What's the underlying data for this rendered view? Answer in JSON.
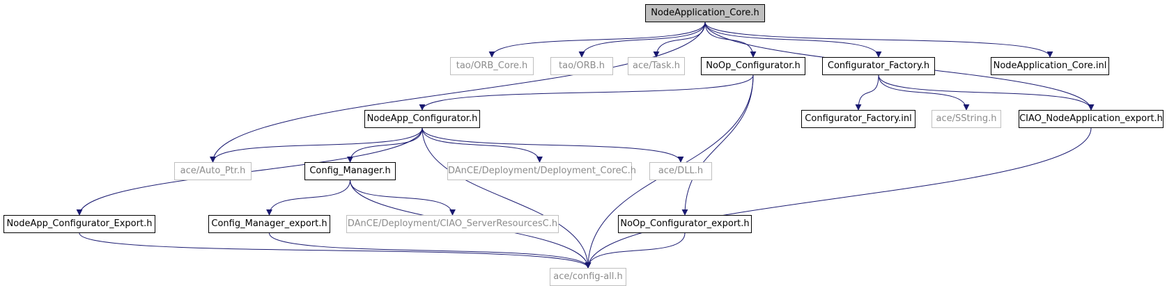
{
  "diagram": {
    "edge_color": "#191970",
    "nodes": {
      "root": {
        "label": "NodeApplication_Core.h",
        "style": "root"
      },
      "orb_core": {
        "label": "tao/ORB_Core.h",
        "style": "external"
      },
      "orb": {
        "label": "tao/ORB.h",
        "style": "external"
      },
      "task": {
        "label": "ace/Task.h",
        "style": "external"
      },
      "noop_cfg": {
        "label": "NoOp_Configurator.h",
        "style": "internal"
      },
      "cfg_factory": {
        "label": "Configurator_Factory.h",
        "style": "internal"
      },
      "core_inl": {
        "label": "NodeApplication_Core.inl",
        "style": "internal"
      },
      "nodeapp_cfg": {
        "label": "NodeApp_Configurator.h",
        "style": "internal"
      },
      "cfg_factory_inl": {
        "label": "Configurator_Factory.inl",
        "style": "internal"
      },
      "sstring": {
        "label": "ace/SString.h",
        "style": "external"
      },
      "ciao_export": {
        "label": "CIAO_NodeApplication_export.h",
        "style": "internal"
      },
      "auto_ptr": {
        "label": "ace/Auto_Ptr.h",
        "style": "external"
      },
      "config_mgr": {
        "label": "Config_Manager.h",
        "style": "internal"
      },
      "dep_corec": {
        "label": "DAnCE/Deployment/Deployment_CoreC.h",
        "style": "external"
      },
      "dll": {
        "label": "ace/DLL.h",
        "style": "external"
      },
      "nodeapp_cfg_export": {
        "label": "NodeApp_Configurator_Export.h",
        "style": "internal"
      },
      "cfg_mgr_export": {
        "label": "Config_Manager_export.h",
        "style": "internal"
      },
      "ciao_server": {
        "label": "DAnCE/Deployment/CIAO_ServerResourcesC.h",
        "style": "external"
      },
      "noop_export": {
        "label": "NoOp_Configurator_export.h",
        "style": "internal"
      },
      "config_all": {
        "label": "ace/config-all.h",
        "style": "external"
      }
    },
    "edges": [
      [
        "root",
        "orb_core"
      ],
      [
        "root",
        "orb"
      ],
      [
        "root",
        "task"
      ],
      [
        "root",
        "noop_cfg"
      ],
      [
        "root",
        "cfg_factory"
      ],
      [
        "root",
        "core_inl"
      ],
      [
        "root",
        "auto_ptr"
      ],
      [
        "root",
        "ciao_export"
      ],
      [
        "noop_cfg",
        "nodeapp_cfg"
      ],
      [
        "noop_cfg",
        "noop_export"
      ],
      [
        "noop_cfg",
        "config_all"
      ],
      [
        "cfg_factory",
        "cfg_factory_inl"
      ],
      [
        "cfg_factory",
        "sstring"
      ],
      [
        "cfg_factory",
        "ciao_export"
      ],
      [
        "nodeapp_cfg",
        "auto_ptr"
      ],
      [
        "nodeapp_cfg",
        "config_mgr"
      ],
      [
        "nodeapp_cfg",
        "dep_corec"
      ],
      [
        "nodeapp_cfg",
        "dll"
      ],
      [
        "nodeapp_cfg",
        "nodeapp_cfg_export"
      ],
      [
        "nodeapp_cfg",
        "config_all"
      ],
      [
        "config_mgr",
        "cfg_mgr_export"
      ],
      [
        "config_mgr",
        "ciao_server"
      ],
      [
        "config_mgr",
        "config_all"
      ],
      [
        "ciao_export",
        "config_all"
      ],
      [
        "nodeapp_cfg_export",
        "config_all"
      ],
      [
        "cfg_mgr_export",
        "config_all"
      ],
      [
        "noop_export",
        "config_all"
      ]
    ]
  }
}
